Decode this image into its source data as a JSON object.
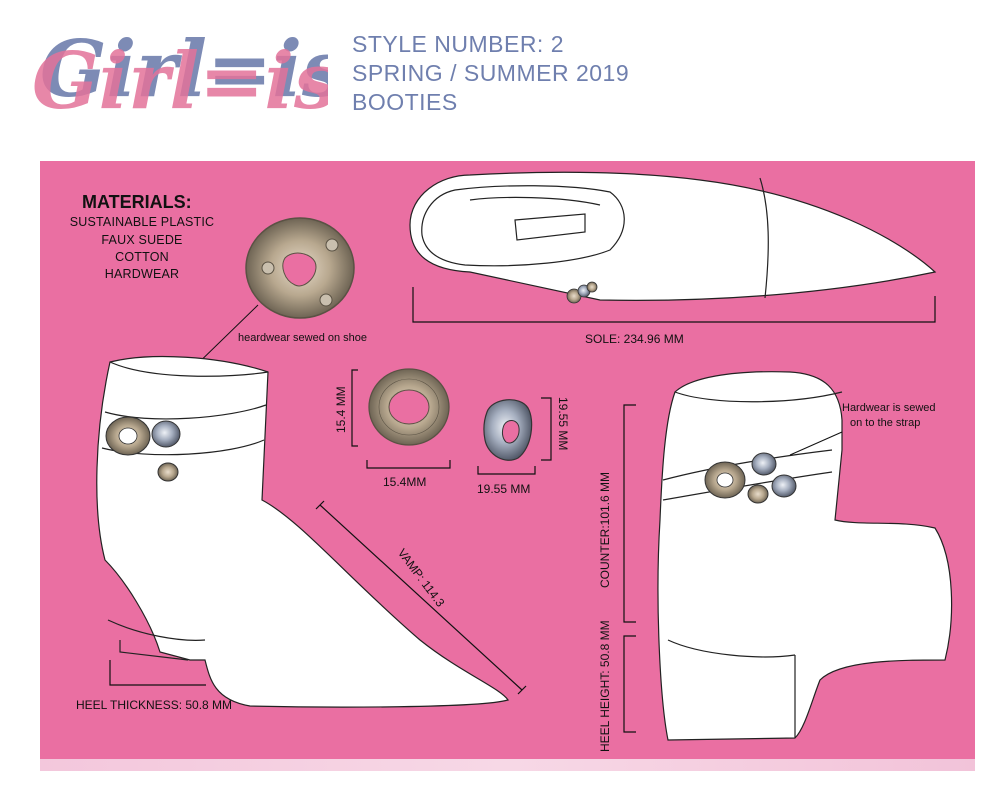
{
  "logo": {
    "text": "Girl=ish"
  },
  "header": {
    "style_number": "STYLE NUMBER: 2",
    "season": "SPRING / SUMMER 2019",
    "category": "BOOTIES"
  },
  "materials": {
    "title": "MATERIALS:",
    "items": [
      "SUSTAINABLE PLASTIC",
      "FAUX SUEDE",
      "COTTON",
      "HARDWEAR"
    ]
  },
  "annotations": {
    "hardware_note": "heardwear sewed on shoe",
    "strap_note_line1": "Hardwear is sewed",
    "strap_note_line2": "on to the strap"
  },
  "dimensions": {
    "sole": "SOLE: 234.96 MM",
    "ring_height": "15.4 MM",
    "ring_width": "15.4MM",
    "oval_height": "19.55 MM",
    "oval_width": "19.55 MM",
    "vamp": "VAMP: 114.3",
    "heel_thickness": "HEEL THICKNESS: 50.8 MM",
    "counter": "COUNTER:101.6 MM",
    "heel_height": "HEEL HEIGHT: 50.8 MM"
  },
  "colors": {
    "background": "#ea6fa2",
    "logo_pink": "#e3739a",
    "logo_blue": "#6f7fae",
    "header_text": "#6f7fae"
  }
}
